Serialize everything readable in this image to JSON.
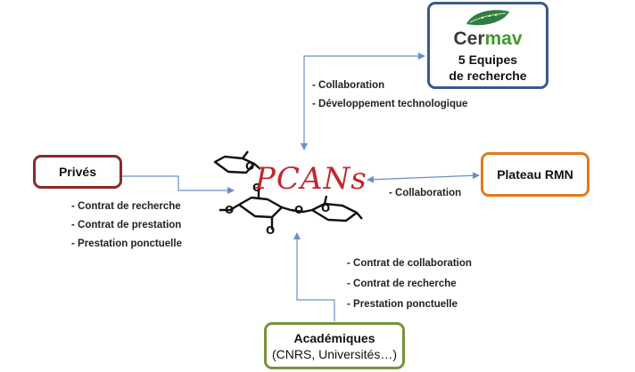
{
  "center": {
    "label": "PCANs"
  },
  "cermav": {
    "logo_text_a": "Cer",
    "logo_text_b": "mav",
    "line1": "5 Equipes",
    "line2": "de recherche",
    "notes": [
      "- Collaboration",
      "- Développement technologique"
    ]
  },
  "prives": {
    "label": "Privés",
    "notes": [
      "- Contrat de recherche",
      "- Contrat de prestation",
      "- Prestation ponctuelle"
    ]
  },
  "rmn": {
    "label": "Plateau RMN",
    "notes": [
      "- Collaboration"
    ]
  },
  "academiques": {
    "line1": "Académiques",
    "line2": "(CNRS, Universités…)",
    "notes": [
      "- Contrat de collaboration",
      "- Contrat de recherche",
      "- Prestation ponctuelle"
    ]
  },
  "colors": {
    "cermav_border": "#3b5a8a",
    "prives_border": "#8b2a2a",
    "rmn_border": "#e07a1f",
    "acad_border": "#77923c",
    "connector": "#6a8fc8",
    "pcans_red": "#c0282d"
  }
}
